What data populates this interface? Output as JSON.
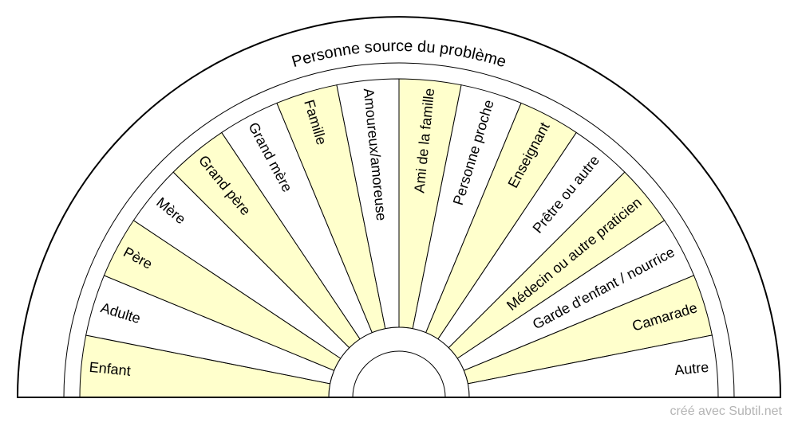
{
  "title": "Personne source du problème",
  "sectors": [
    {
      "label": "Enfant",
      "fill": "#ffffcc"
    },
    {
      "label": "Adulte",
      "fill": "#ffffff"
    },
    {
      "label": "Père",
      "fill": "#ffffcc"
    },
    {
      "label": "Mère",
      "fill": "#ffffff"
    },
    {
      "label": "Grand père",
      "fill": "#ffffcc"
    },
    {
      "label": "Grand mère",
      "fill": "#ffffff"
    },
    {
      "label": "Famille",
      "fill": "#ffffcc"
    },
    {
      "label": "Amoureux/amoreuse",
      "fill": "#ffffff"
    },
    {
      "label": "Ami de la famille",
      "fill": "#ffffcc"
    },
    {
      "label": "Personne proche",
      "fill": "#ffffff"
    },
    {
      "label": "Enseignant",
      "fill": "#ffffcc"
    },
    {
      "label": "Prêtre ou autre",
      "fill": "#ffffff"
    },
    {
      "label": "Médecin ou autre praticien",
      "fill": "#ffffcc"
    },
    {
      "label": "Garde d'enfant / nourrice",
      "fill": "#ffffff"
    },
    {
      "label": "Camarade",
      "fill": "#ffffcc"
    },
    {
      "label": "Autre",
      "fill": "#ffffff"
    }
  ],
  "credit": "créé avec Subtil.net"
}
